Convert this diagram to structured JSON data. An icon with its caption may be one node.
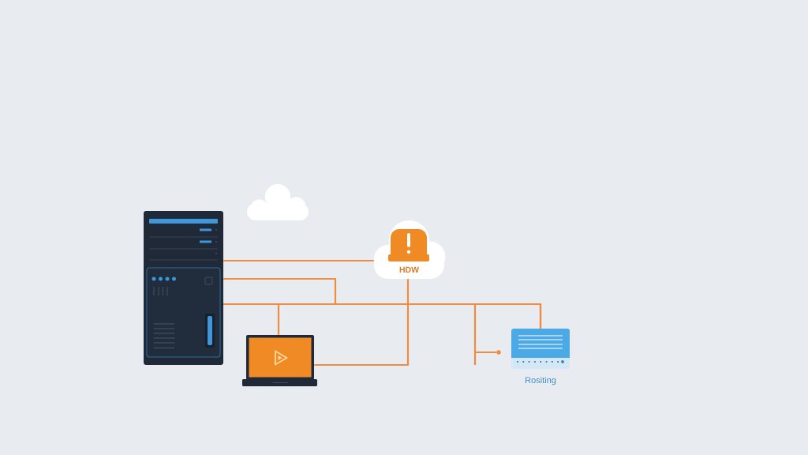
{
  "diagram": {
    "nodes": [
      {
        "text": [],
        "shape": "picture"
      },
      {
        "text": [],
        "shape": "cloud"
      },
      {
        "text": [
          "HDW"
        ]
      },
      {
        "text": [],
        "shape": "picture"
      },
      {
        "text": [],
        "shape": "picture",
        "beside": [
          "Rositing"
        ]
      },
      {
        "text": [],
        "shape": "circle"
      }
    ],
    "edges": [
      {
        "from": 0,
        "to": 2,
        "arrow": "none"
      },
      {
        "from": 0,
        "to": 3,
        "arrow": "none"
      },
      {
        "from": 0,
        "to": 4,
        "arrow": "none"
      },
      {
        "from": 0,
        "to": 5,
        "arrow": "none"
      },
      {
        "from": 0,
        "to": 4,
        "arrow": "none"
      },
      {
        "from": 2,
        "to": 3,
        "arrow": "none"
      }
    ]
  }
}
